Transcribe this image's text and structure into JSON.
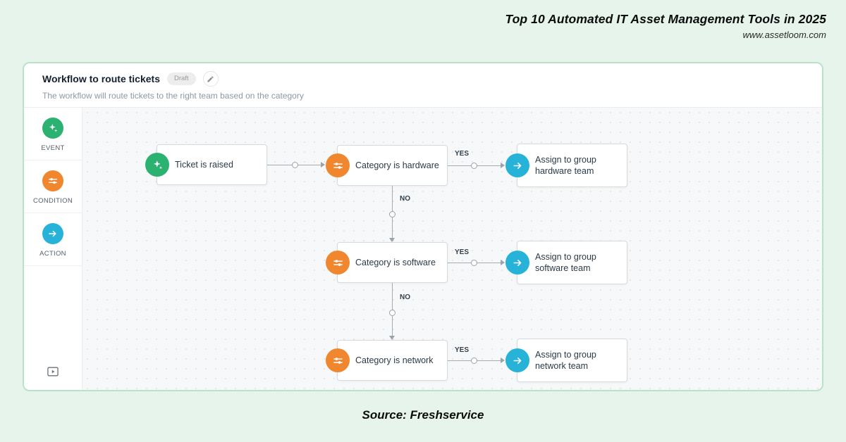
{
  "header": {
    "title": "Top 10 Automated IT Asset Management Tools in 2025",
    "website": "www.assetloom.com"
  },
  "footer": {
    "source": "Source: Freshservice"
  },
  "panel": {
    "title": "Workflow to route tickets",
    "status": "Draft",
    "subtitle": "The workflow will route tickets to the right team based on the category"
  },
  "sidebar": {
    "items": [
      {
        "label": "EVENT",
        "icon": "sparkle-icon",
        "color": "#2bb170"
      },
      {
        "label": "CONDITION",
        "icon": "sliders-icon",
        "color": "#f0872e"
      },
      {
        "label": "ACTION",
        "icon": "arrow-right-icon",
        "color": "#27b2d8"
      }
    ],
    "bottom_icon": "play-panel-icon"
  },
  "diagram": {
    "labels": {
      "yes": "YES",
      "no": "NO"
    },
    "nodes": [
      {
        "id": "event-ticket-raised",
        "type": "event",
        "label": "Ticket is raised"
      },
      {
        "id": "condition-hardware",
        "type": "condition",
        "label": "Category is hardware"
      },
      {
        "id": "action-hardware",
        "type": "action",
        "label": "Assign to group hardware team"
      },
      {
        "id": "condition-software",
        "type": "condition",
        "label": "Category is software"
      },
      {
        "id": "action-software",
        "type": "action",
        "label": "Assign to group software team"
      },
      {
        "id": "condition-network",
        "type": "condition",
        "label": "Category is network"
      },
      {
        "id": "action-network",
        "type": "action",
        "label": "Assign to group network team"
      }
    ]
  },
  "colors": {
    "event": "#2bb170",
    "condition": "#f0872e",
    "action": "#27b2d8",
    "background": "#e7f4ec",
    "panel_border": "#b9e2c8"
  }
}
